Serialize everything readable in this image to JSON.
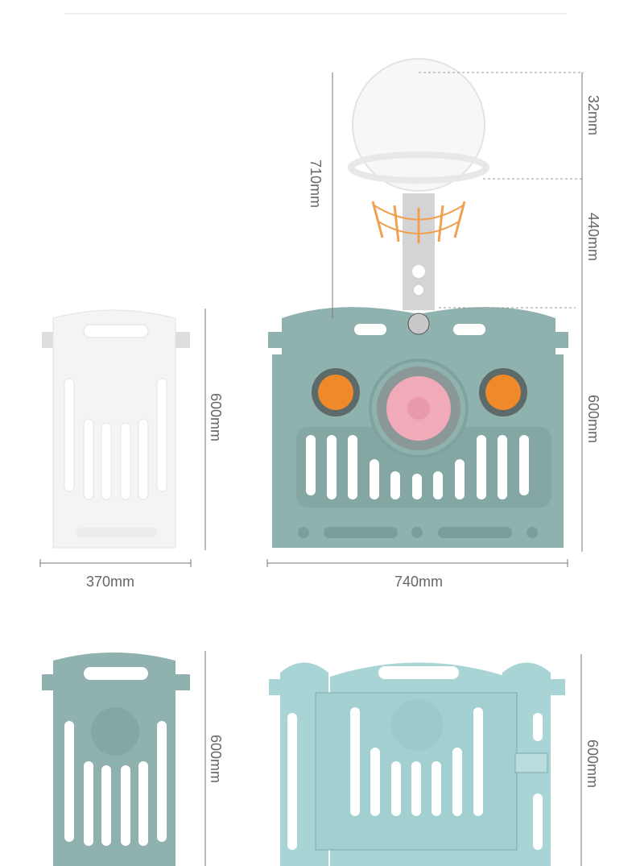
{
  "colors": {
    "teal": "#8fb2ae",
    "teal_dark": "#7fa29e",
    "aqua": "#a9d4d5",
    "white_panel": "#f3f3f3",
    "orange": "#f0892a",
    "pink": "#f1aab8",
    "grey": "#c9c9cb"
  },
  "dimensions": {
    "white_panel_height": "600mm",
    "white_panel_width": "370mm",
    "play_panel_total_height": "710mm",
    "backboard_height": "32mm",
    "hoop_height": "440mm",
    "play_panel_height": "600mm",
    "play_panel_width": "740mm",
    "teal_panel_height": "600mm",
    "door_panel_height": "600mm"
  }
}
